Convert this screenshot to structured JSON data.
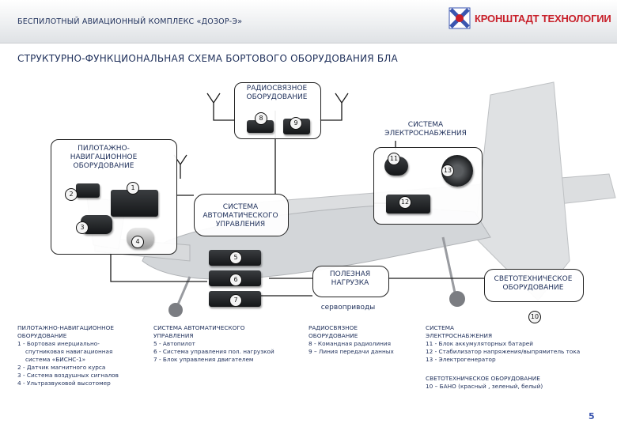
{
  "header": {
    "title": "БЕСПИЛОТНЫЙ АВИАЦИОННЫЙ КОМПЛЕКС «ДОЗОР-Э»",
    "logo_text": "КРОНШТАДТ ТЕХНОЛОГИИ"
  },
  "main_title": "СТРУКТУРНО-ФУНКЦИОНАЛЬНАЯ СХЕМА БОРТОВОГО ОБОРУДОВАНИЯ БЛА",
  "blocks": {
    "radio": "РАДИОСВЯЗНОЕ ОБОРУДОВАНИЕ",
    "power": "СИСТЕМА ЭЛЕКТРОСНАБЖЕНИЯ",
    "nav": "ПИЛОТАЖНО-НАВИГАЦИОННОЕ ОБОРУДОВАНИЕ",
    "auto": "СИСТЕМА АВТОМАТИЧЕСКОГО УПРАВЛЕНИЯ",
    "payload": "ПОЛЕЗНАЯ НАГРУЗКА",
    "light": "СВЕТОТЕХНИЧЕСКОЕ ОБОРУДОВАНИЕ",
    "servo": "сервоприводы"
  },
  "numbers": [
    "1",
    "2",
    "3",
    "4",
    "5",
    "6",
    "7",
    "8",
    "9",
    "10",
    "11",
    "12",
    "13"
  ],
  "legend": {
    "nav": {
      "title1": "ПИЛОТАЖНО-НАВИГАЦИОННОЕ",
      "title2": "ОБОРУДОВАНИЕ",
      "l1": "1 - Бортовая инерциально-",
      "l1b": "спутниковая навигационная",
      "l1c": "система «БИСНС-1»",
      "l2": "2 - Датчик магнитного курса",
      "l3": "3 - Система воздушных сигналов",
      "l4": "4 - Ультразвуковой высотомер"
    },
    "auto": {
      "title1": "СИСТЕМА АВТОМАТИЧЕСКОГО",
      "title2": "УПРАВЛЕНИЯ",
      "l5": "5 - Автопилот",
      "l6": "6 - Система управления пол. нагрузкой",
      "l7": "7 - Блок управления двигателем"
    },
    "radio": {
      "title1": "РАДИОСВЯЗНОЕ",
      "title2": "ОБОРУДОВАНИЕ",
      "l8": "8 - Командная радиолиния",
      "l9": "9 – Линия передачи данных"
    },
    "power": {
      "title1": "СИСТЕМА",
      "title2": "ЭЛЕКТРОСНАБЖЕНИЯ",
      "l11": "11 - Блок аккумуляторных батарей",
      "l12": "12 - Стабилизатор напряжения/выпрямитель тока",
      "l13": "13 - Электрогенератор"
    },
    "light": {
      "title": "СВЕТОТЕХНИЧЕСКОЕ ОБОРУДОВАНИЕ",
      "l10": "10 – БАНО (красный , зеленый, белый)"
    }
  },
  "page_number": "5"
}
